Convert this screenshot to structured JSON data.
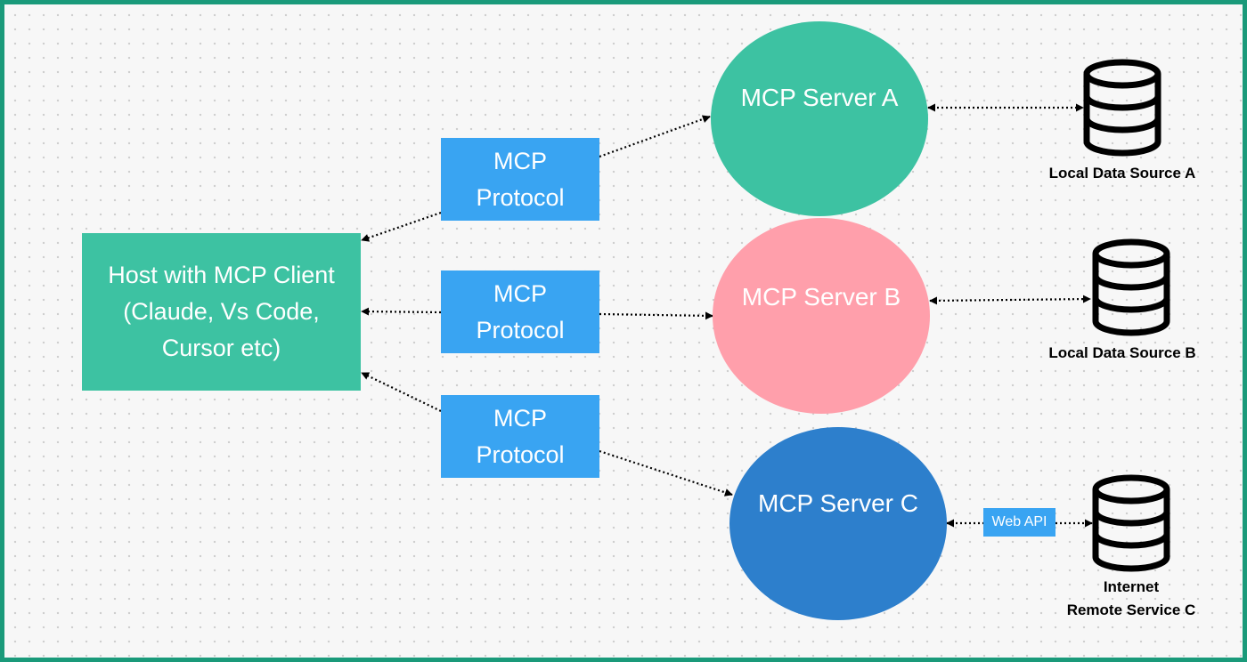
{
  "host": {
    "lines": [
      "Host with MCP Client",
      "(Claude, Vs Code,",
      "Cursor etc)"
    ]
  },
  "protocols": [
    {
      "lines": [
        "MCP",
        "Protocol"
      ]
    },
    {
      "lines": [
        "MCP",
        "Protocol"
      ]
    },
    {
      "lines": [
        "MCP",
        "Protocol"
      ]
    }
  ],
  "servers": [
    {
      "label": "MCP Server A",
      "color": "#3dc2a2"
    },
    {
      "label": "MCP Server B",
      "color": "#ff9fab"
    },
    {
      "label": "MCP Server C",
      "color": "#2d7fcc"
    }
  ],
  "web_api": {
    "label": "Web API"
  },
  "data_sources": [
    {
      "lines": [
        "Local Data Source A"
      ],
      "icon": "database-icon"
    },
    {
      "lines": [
        "Local Data Source B"
      ],
      "icon": "database-icon"
    },
    {
      "lines": [
        "Internet",
        "Remote Service C"
      ],
      "icon": "database-icon"
    }
  ],
  "colors": {
    "border": "#1a9a7a",
    "host": "#3dc2a2",
    "protocol": "#39a4f2",
    "arrow": "#000000"
  }
}
